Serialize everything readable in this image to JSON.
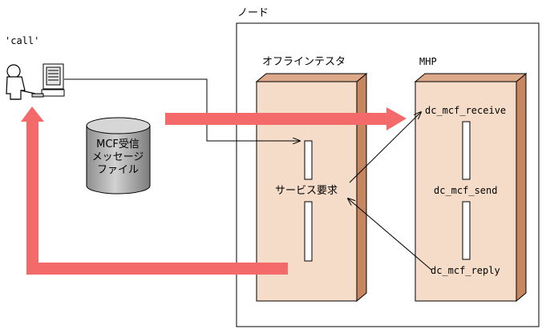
{
  "labels": {
    "call": "'call'",
    "node": "ノード",
    "offline_tester": "オフラインテスタ",
    "mhp": "MHP",
    "mcf_file_line1": "MCF受信",
    "mcf_file_line2": "メッセージ",
    "mcf_file_line3": "ファイル",
    "service_request": "サービス要求",
    "dc_mcf_receive": "dc_mcf_receive",
    "dc_mcf_send": "dc_mcf_send",
    "dc_mcf_reply": "dc_mcf_reply"
  },
  "colors": {
    "big_arrow": "#f46a6a",
    "box_fill": "#f5dcc8",
    "box_side": "#c6865f",
    "cylinder": "#b4b4b4",
    "line": "#000000"
  },
  "icons": {
    "user": "user-icon",
    "computer": "computer-icon",
    "database": "database-icon"
  }
}
